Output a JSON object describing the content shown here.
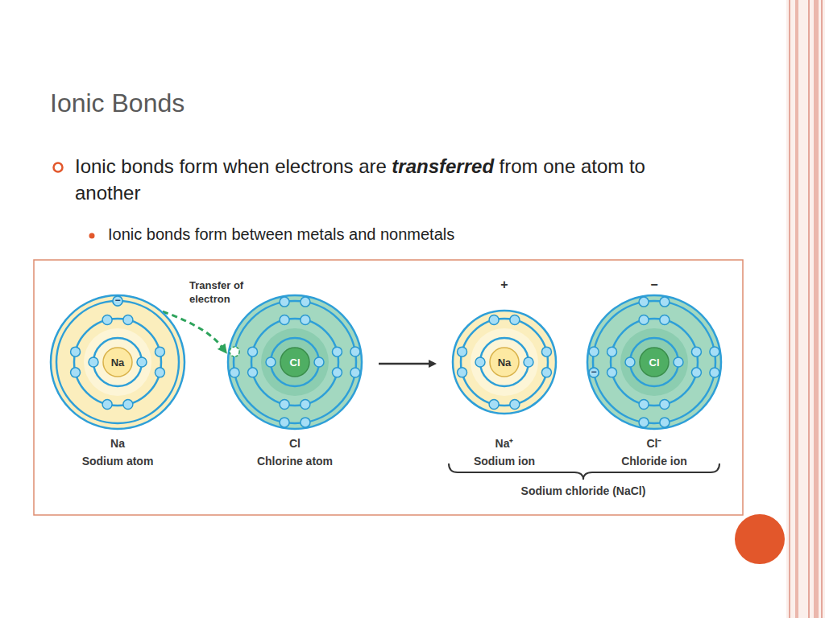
{
  "diagram": {
    "title": "Ionic Bonds",
    "nodes": [
      {
        "text": [
          "Na",
          "Na",
          "Sodium atom"
        ]
      },
      {
        "text": [
          "Cl",
          "Cl",
          "Chlorine atom"
        ]
      },
      {
        "text": [
          "Na",
          "Na⁺",
          "Sodium ion"
        ]
      },
      {
        "text": [
          "Cl",
          "Cl⁻",
          "Chloride ion"
        ]
      }
    ],
    "edges": [
      {
        "from": 0,
        "to": 1,
        "arrow": "to",
        "label": "Transfer of electron"
      },
      {
        "from": 1,
        "to": 2,
        "arrow": "to"
      }
    ],
    "labels": [
      "Ionic bonds form when electrons are",
      "transferred",
      "from one atom to another",
      "Ionic bonds form between metals and nonmetals",
      "+",
      "−",
      "−",
      "−",
      "Sodium chloride (NaCl)"
    ]
  }
}
